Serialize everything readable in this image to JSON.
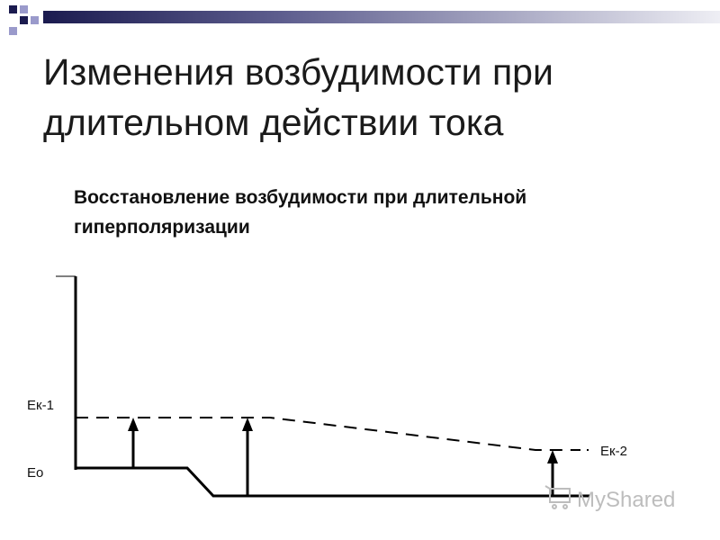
{
  "slide": {
    "title": "Изменения возбудимости при длительном действии тока",
    "subtitle": "Восстановление возбудимости при длительной гиперполяризации"
  },
  "diagram": {
    "labels": {
      "ek1": "Ек-1",
      "eo": "Ео",
      "ek2": "Ек-2"
    }
  },
  "watermark": {
    "text": "MyShared"
  },
  "colors": {
    "band_dark": "#1b1b4f",
    "band_light": "#e6e6ee",
    "square_dark": "#1b1b4f",
    "square_light": "#9a9acb",
    "line": "#000000",
    "watermark": "#bdbdbd"
  }
}
